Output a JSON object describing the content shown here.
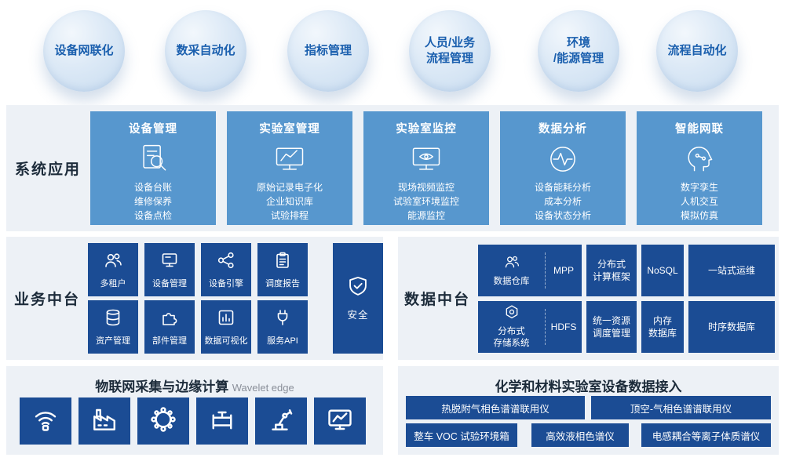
{
  "colors": {
    "accent_dark_blue": "#1b4c94",
    "card_blue": "#5797ce",
    "section_bg": "#edf1f6",
    "circle_text_blue": "#1a5fae",
    "heading_text": "#1c2b3a"
  },
  "top_features": [
    {
      "label": "设备网联化"
    },
    {
      "label": "数采自动化"
    },
    {
      "label": "指标管理"
    },
    {
      "label": "人员/业务\n流程管理"
    },
    {
      "label": "环境\n/能源管理"
    },
    {
      "label": "流程自动化"
    }
  ],
  "system_apps": {
    "section_label": "系统应用",
    "cards": [
      {
        "title": "设备管理",
        "icon": "document-search-icon",
        "details": "设备台账\n维修保养\n设备点检"
      },
      {
        "title": "实验室管理",
        "icon": "monitor-chart-icon",
        "details": "原始记录电子化\n企业知识库\n试验排程"
      },
      {
        "title": "实验室监控",
        "icon": "monitor-eye-icon",
        "details": "现场视频监控\n试验室环境监控\n能源监控"
      },
      {
        "title": "数据分析",
        "icon": "pulse-circle-icon",
        "details": "设备能耗分析\n成本分析\n设备状态分析"
      },
      {
        "title": "智能网联",
        "icon": "smart-head-icon",
        "details": "数字孪生\n人机交互\n模拟仿真"
      }
    ]
  },
  "business_platform": {
    "section_label": "业务中台",
    "tiles_row1": [
      {
        "label": "多租户",
        "icon": "users-icon"
      },
      {
        "label": "设备管理",
        "icon": "device-monitor-icon"
      },
      {
        "label": "设备引擎",
        "icon": "share-nodes-icon"
      },
      {
        "label": "调度报告",
        "icon": "clipboard-icon"
      }
    ],
    "tiles_row2": [
      {
        "label": "资产管理",
        "icon": "database-icon"
      },
      {
        "label": "部件管理",
        "icon": "puzzle-icon"
      },
      {
        "label": "数据可视化",
        "icon": "bar-chart-icon"
      },
      {
        "label": "服务API",
        "icon": "plug-icon"
      }
    ],
    "security_tile": {
      "label": "安全",
      "icon": "shield-icon"
    }
  },
  "data_platform": {
    "section_label": "数据中台",
    "row1": {
      "primary": {
        "label": "数据仓库",
        "icon": "users-icon",
        "sub": "MPP"
      },
      "boxes": [
        "分布式\n计算框架",
        "NoSQL",
        "一站式运维"
      ]
    },
    "row2": {
      "primary": {
        "label": "分布式\n存储系统",
        "icon": "hexagon-node-icon",
        "sub": "HDFS"
      },
      "boxes": [
        "统一资源\n调度管理",
        "内存\n数据库",
        "时序数据库"
      ]
    }
  },
  "edge_section": {
    "title": "物联网采集与边缘计算",
    "subtitle": "Wavelet edge",
    "icons": [
      "sensor-wifi-icon",
      "factory-icon",
      "network-globe-icon",
      "valve-icon",
      "robot-arm-icon",
      "monitor-analytics-icon"
    ]
  },
  "device_access": {
    "title": "化学和材料实验室设备数据接入",
    "row1": [
      "热脱附气相色谱谱联用仪",
      "顶空-气相色谱谱联用仪"
    ],
    "row2": [
      "整车 VOC 试验环境箱",
      "高效液相色谱仪",
      "电感耦合等离子体质谱仪"
    ]
  }
}
